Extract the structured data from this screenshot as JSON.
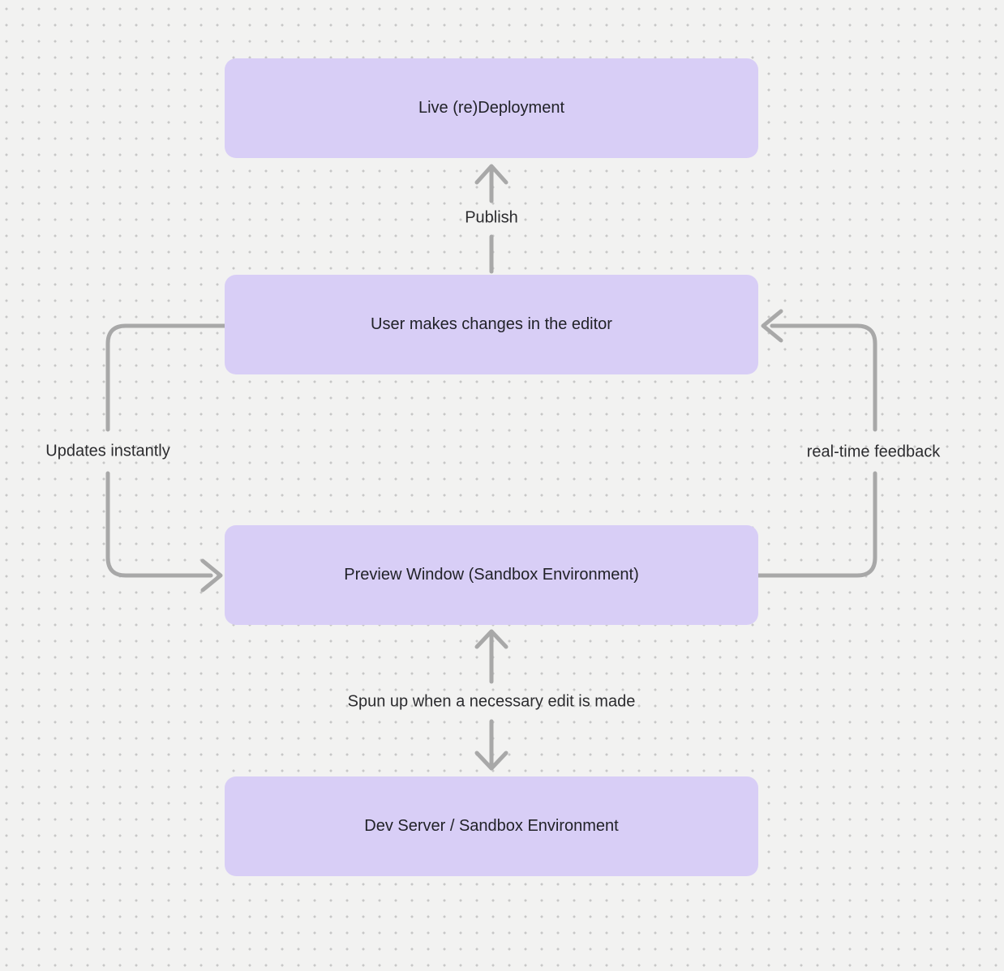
{
  "diagram": {
    "colors": {
      "background": "#f2f2f1",
      "dot": "#c7c7c7",
      "node_fill": "#d8cef6",
      "node_text": "#212228",
      "arrow": "#a8a8a8",
      "label_text": "#2c2c2f"
    },
    "nodes": [
      {
        "id": "live-redeployment",
        "label": "Live (re)Deployment"
      },
      {
        "id": "user-editor",
        "label": "User makes changes in the editor"
      },
      {
        "id": "preview-window",
        "label": "Preview Window (Sandbox Environment)"
      },
      {
        "id": "dev-server",
        "label": "Dev Server / Sandbox Environment"
      }
    ],
    "edges": [
      {
        "id": "publish",
        "label": "Publish",
        "from": "user-editor",
        "to": "live-redeployment",
        "direction": "up"
      },
      {
        "id": "updates-instantly",
        "label": "Updates instantly",
        "from": "user-editor",
        "to": "preview-window",
        "direction": "left-loop-down"
      },
      {
        "id": "real-time-feedback",
        "label": "real-time feedback",
        "from": "preview-window",
        "to": "user-editor",
        "direction": "right-loop-up"
      },
      {
        "id": "spun-up",
        "label": "Spun up when a necessary edit is made",
        "from": "preview-window",
        "to": "dev-server",
        "direction": "bidirectional"
      }
    ]
  }
}
